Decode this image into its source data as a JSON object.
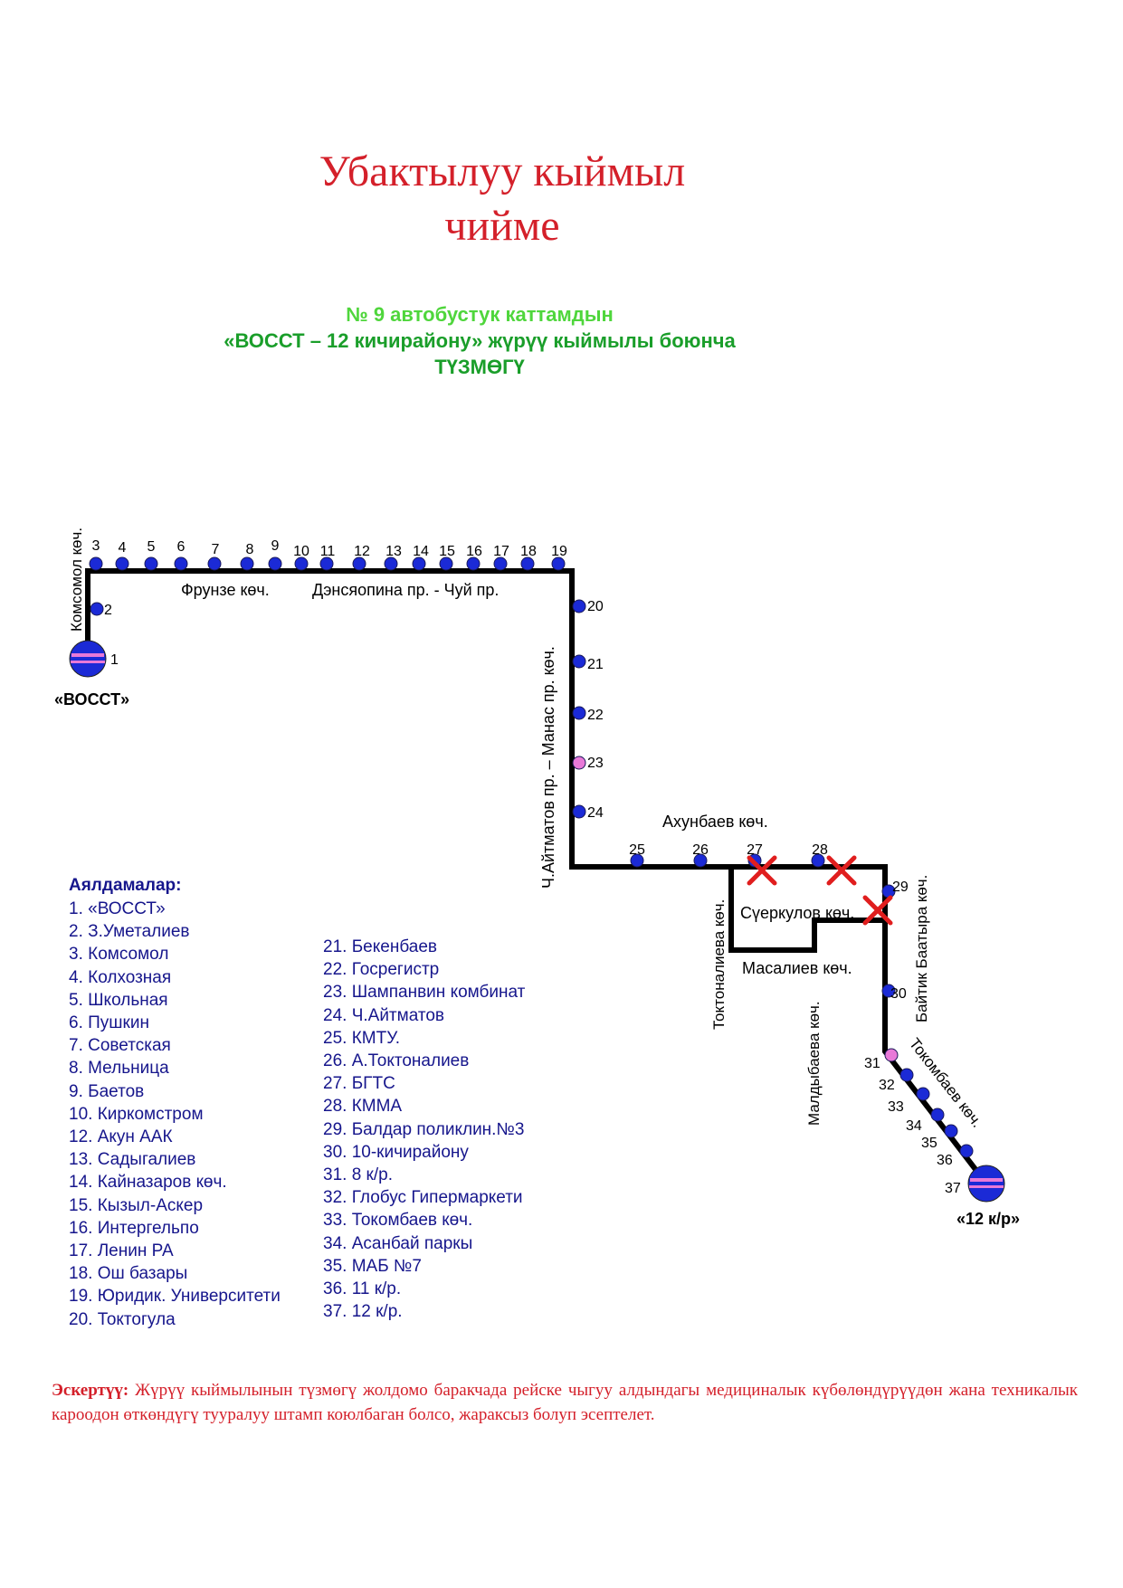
{
  "title": {
    "line1": "Убактылуу кыймыл",
    "line2": "чийме"
  },
  "subtitle": {
    "line1": "№ 9 автобустук каттамдын",
    "line2": "«ВОССТ – 12 кичирайону» жүрүү кыймылы боюнча",
    "line3": "ТҮЗМӨГҮ"
  },
  "colors": {
    "title": "#d4202a",
    "subtitle_light": "#4fd63c",
    "subtitle_dark": "#1a9e2a",
    "route": "#000000",
    "stop": "#1b2ad6",
    "stop_pink": "#e879d8",
    "closure": "#e01e1e",
    "list_text": "#16168c"
  },
  "map": {
    "terminal_start": "«ВОССТ»",
    "terminal_end": "«12 к/р»",
    "streets": {
      "komsomol": "Комсомол көч.",
      "frunze": "Фрунзе көч.",
      "dzerzhinsky": "Дэнсяопина пр. - Чуй пр.",
      "aitmatov": "Ч.Айтматов пр. – Манас пр. көч.",
      "akhunbaev": "Ахунбаев көч.",
      "toktonalieva": "Токтоналиева көч.",
      "suerkulov": "Сүеркулов көч.",
      "masaliev": "Масалиев көч.",
      "maldybaeva": "Малдыбаева көч.",
      "baitik": "Байтик Баатыра көч.",
      "tokombaev": "Токомбаев көч."
    },
    "stop_numbers": [
      "1",
      "2",
      "3",
      "4",
      "5",
      "6",
      "7",
      "8",
      "9",
      "10",
      "11",
      "12",
      "13",
      "14",
      "15",
      "16",
      "17",
      "18",
      "19",
      "20",
      "21",
      "22",
      "23",
      "24",
      "25",
      "26",
      "27",
      "28",
      "29",
      "30",
      "31",
      "32",
      "33",
      "34",
      "35",
      "36",
      "37"
    ]
  },
  "stops_title": "Аялдамалар:",
  "stops_col1": [
    {
      "num": "1.",
      "name": "«ВОССТ»"
    },
    {
      "num": "2.",
      "name": "З.Уметалиев"
    },
    {
      "num": "3.",
      "name": "Комсомол"
    },
    {
      "num": "4.",
      "name": "Колхозная"
    },
    {
      "num": "5.",
      "name": "Школьная"
    },
    {
      "num": "6.",
      "name": "Пушкин"
    },
    {
      "num": "7.",
      "name": "Советская"
    },
    {
      "num": "8.",
      "name": "Мельница"
    },
    {
      "num": "9.",
      "name": "Баетов"
    },
    {
      "num": "10.",
      "name": "Киркомстром"
    },
    {
      "num": "12.",
      "name": "Акун ААК"
    },
    {
      "num": "13.",
      "name": "Садыгалиев"
    },
    {
      "num": "14.",
      "name": "Кайназаров көч."
    },
    {
      "num": "15.",
      "name": "Кызыл-Аскер"
    },
    {
      "num": "16.",
      "name": "Интергельпо"
    },
    {
      "num": "17.",
      "name": "Ленин РА"
    },
    {
      "num": "18.",
      "name": "Ош базары"
    },
    {
      "num": "19.",
      "name": "Юридик. Университети"
    },
    {
      "num": "20.",
      "name": "Токтогула"
    }
  ],
  "stops_col2": [
    {
      "num": "21.",
      "name": "Бекенбаев"
    },
    {
      "num": "22.",
      "name": "Госрегистр"
    },
    {
      "num": "23.",
      "name": "Шампанвин комбинат"
    },
    {
      "num": "24.",
      "name": "Ч.Айтматов"
    },
    {
      "num": "25.",
      "name": "КМТУ."
    },
    {
      "num": "26.",
      "name": "А.Токтоналиев"
    },
    {
      "num": "27.",
      "name": "БГТС"
    },
    {
      "num": "28.",
      "name": "КММА"
    },
    {
      "num": "29.",
      "name": "Балдар поликлин.№3"
    },
    {
      "num": "30.",
      "name": "10-кичирайону"
    },
    {
      "num": "31.",
      "name": "8 к/р."
    },
    {
      "num": "32.",
      "name": "Глобус Гипермаркети"
    },
    {
      "num": "33.",
      "name": "Токомбаев көч."
    },
    {
      "num": "34.",
      "name": "Асанбай паркы"
    },
    {
      "num": "35.",
      "name": "МАБ №7"
    },
    {
      "num": "36.",
      "name": "11 к/р."
    },
    {
      "num": "37.",
      "name": "12 к/р."
    }
  ],
  "note": {
    "label": "Эскертүү:",
    "text": "Жүрүү кыймылынын түзмөгү жолдомо баракчада рейске чыгуу алдындагы медициналык күбөлөндүрүүдөн жана техникалык кароодон өткөндүгү тууралуу штамп коюлбаган болсо, жараксыз болуп эсептелет."
  }
}
